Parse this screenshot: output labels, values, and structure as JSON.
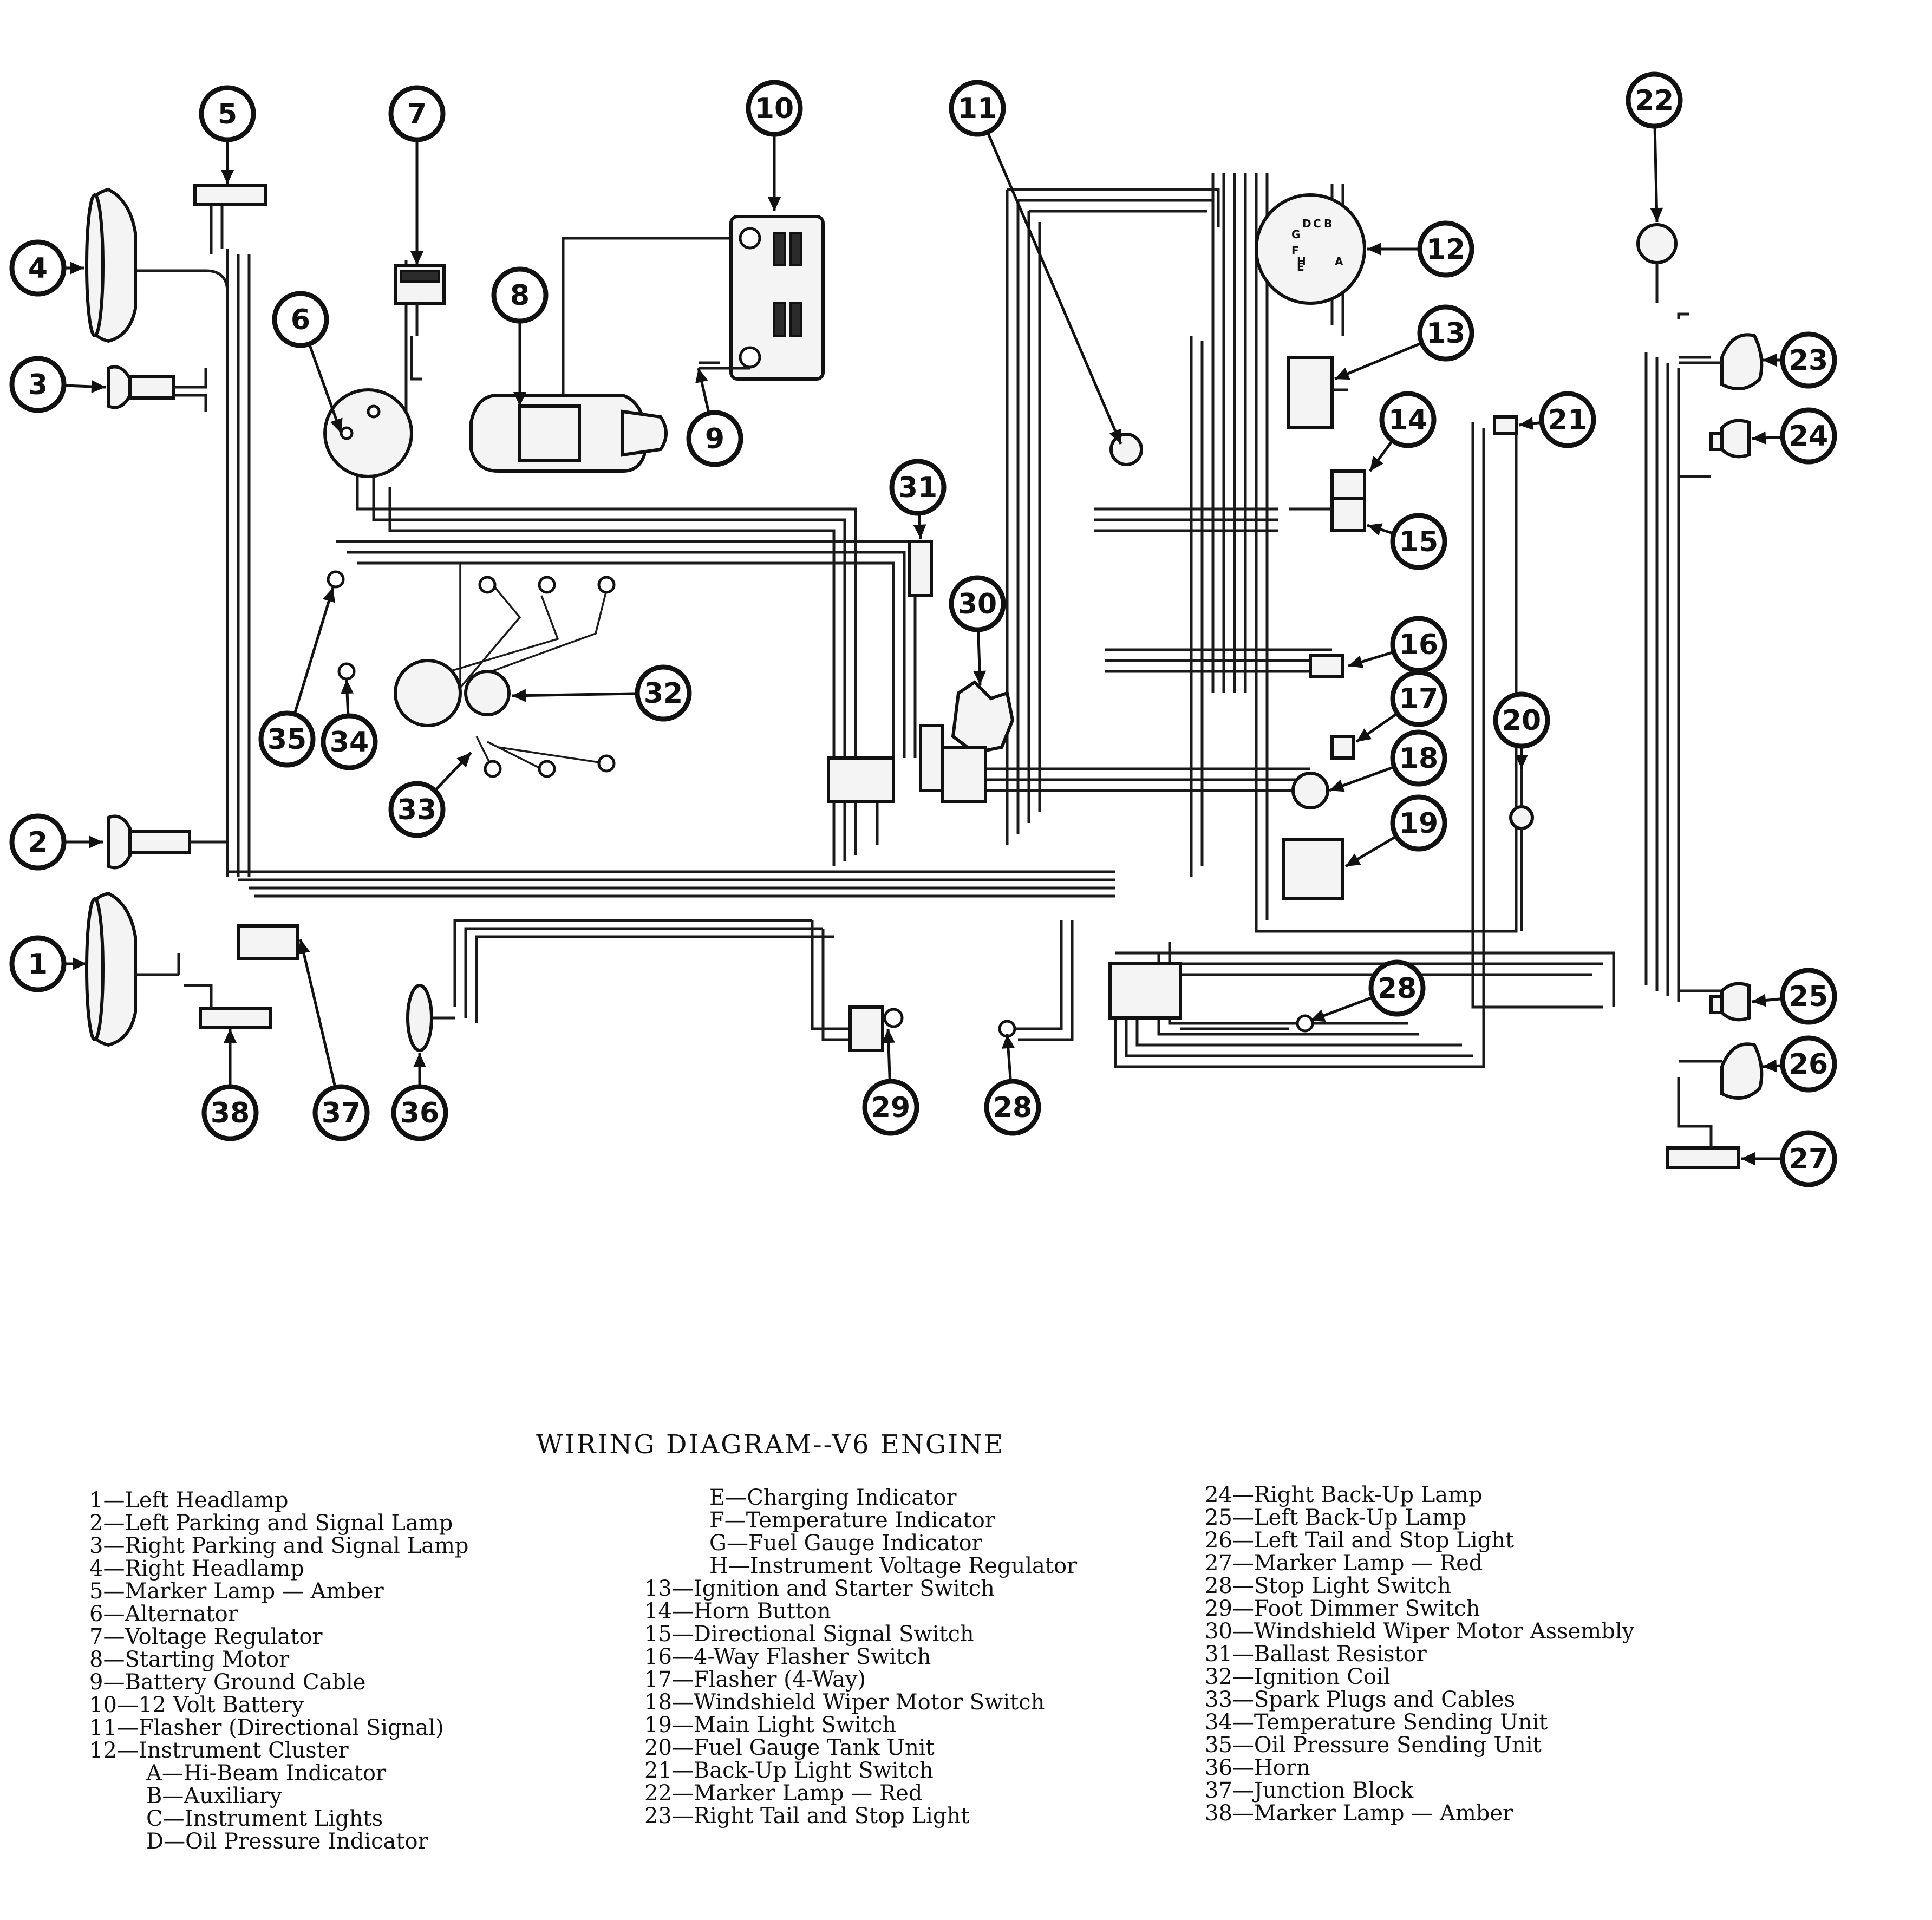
{
  "title": "WIRING DIAGRAM--V6 ENGINE",
  "legend": {
    "col1": [
      "1—Left Headlamp",
      "2—Left Parking and Signal Lamp",
      "3—Right Parking and Signal Lamp",
      "4—Right Headlamp",
      "5—Marker Lamp — Amber",
      "6—Alternator",
      "7—Voltage Regulator",
      "8—Starting Motor",
      "9—Battery Ground Cable",
      "10—12 Volt Battery",
      "11—Flasher (Directional Signal)",
      "12—Instrument Cluster"
    ],
    "col1_sub": [
      "A—Hi-Beam Indicator",
      "B—Auxiliary",
      "C—Instrument Lights",
      "D—Oil Pressure Indicator"
    ],
    "col2_sub": [
      "E—Charging Indicator",
      "F—Temperature Indicator",
      "G—Fuel Gauge Indicator",
      "H—Instrument Voltage Regulator"
    ],
    "col2": [
      "13—Ignition and Starter Switch",
      "14—Horn Button",
      "15—Directional Signal Switch",
      "16—4-Way Flasher Switch",
      "17—Flasher (4-Way)",
      "18—Windshield Wiper Motor Switch",
      "19—Main Light Switch",
      "20—Fuel Gauge Tank Unit",
      "21—Back-Up Light Switch",
      "22—Marker Lamp — Red",
      "23—Right Tail and Stop Light"
    ],
    "col3": [
      "24—Right Back-Up Lamp",
      "25—Left Back-Up Lamp",
      "26—Left Tail and Stop Light",
      "27—Marker Lamp — Red",
      "28—Stop Light Switch",
      "29—Foot Dimmer Switch",
      "30—Windshield Wiper Motor Assembly",
      "31—Ballast Resistor",
      "32—Ignition Coil",
      "33—Spark Plugs and Cables",
      "34—Temperature Sending Unit",
      "35—Oil Pressure Sending Unit",
      "36—Horn",
      "37—Junction Block",
      "38—Marker Lamp — Amber"
    ]
  },
  "callouts": [
    "1",
    "2",
    "3",
    "4",
    "5",
    "6",
    "7",
    "8",
    "9",
    "10",
    "11",
    "12",
    "13",
    "14",
    "15",
    "16",
    "17",
    "18",
    "19",
    "20",
    "21",
    "22",
    "23",
    "24",
    "25",
    "26",
    "27",
    "28",
    "28",
    "29",
    "30",
    "31",
    "32",
    "33",
    "34",
    "35",
    "36",
    "37",
    "38"
  ],
  "cluster_pins": [
    "A",
    "B",
    "C",
    "D",
    "E",
    "F",
    "G",
    "H"
  ]
}
